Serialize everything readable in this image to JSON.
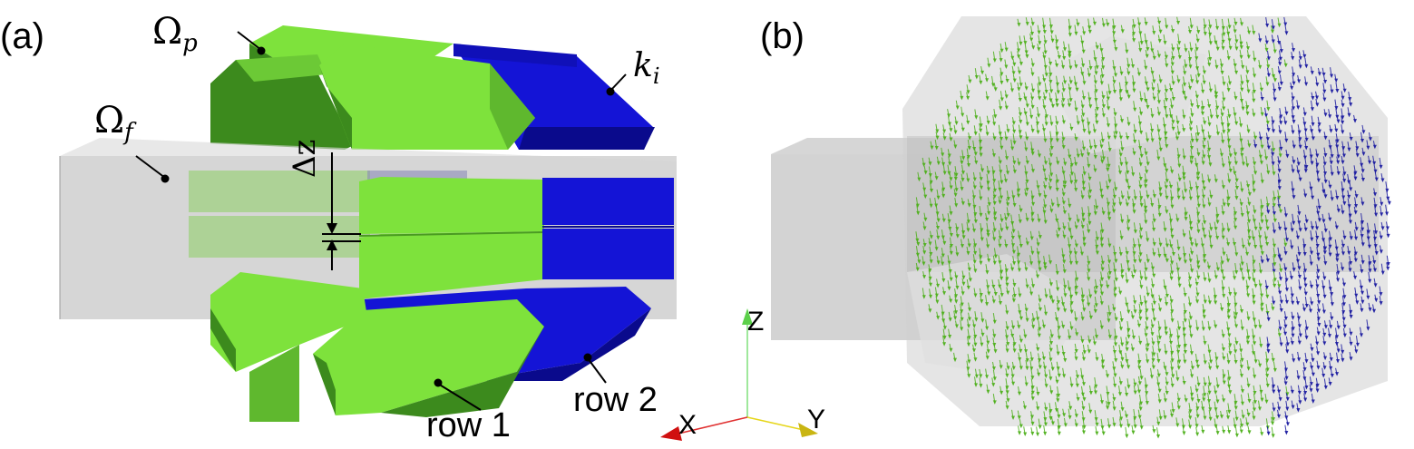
{
  "panels": [
    {
      "label": "(a)"
    },
    {
      "label": "(b)"
    }
  ],
  "annotations": {
    "omega_p": {
      "base": "Ω",
      "sub": "p"
    },
    "omega_f": {
      "base": "Ω",
      "sub": "f"
    },
    "k_i": {
      "base": "k",
      "sub": "i"
    },
    "delta_z": "Δz",
    "row1": "row 1",
    "row2": "row 2"
  },
  "axes_triad": {
    "x": "X",
    "y": "Y",
    "z": "Z"
  },
  "colors": {
    "magnet_green_light": "#7ee23c",
    "magnet_green_dark": "#3c8a1d",
    "magnet_green_mid": "#5fb82e",
    "magnet_blue_light": "#1414d6",
    "magnet_blue_dark": "#0a0a8c",
    "fluid_gray": "#c8c8c8",
    "arrow_green": "#4caf1a",
    "arrow_blue": "#1a1aa0",
    "axis_x": "#d01010",
    "axis_y": "#e6d619",
    "axis_z": "#5cd04a"
  }
}
